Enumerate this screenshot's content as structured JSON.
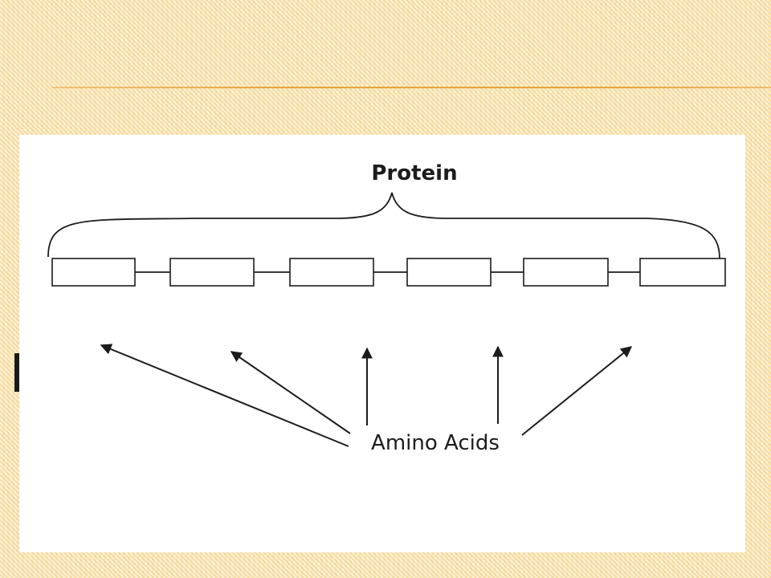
{
  "diagram": {
    "protein_label": "Protein",
    "amino_acids_label": "Amino Acids",
    "amino_acid_count": 6
  },
  "colors": {
    "background": "#fbe6b4",
    "accent_line": "#e8a33c",
    "panel": "#ffffff",
    "ink": "#1c1c1c"
  }
}
